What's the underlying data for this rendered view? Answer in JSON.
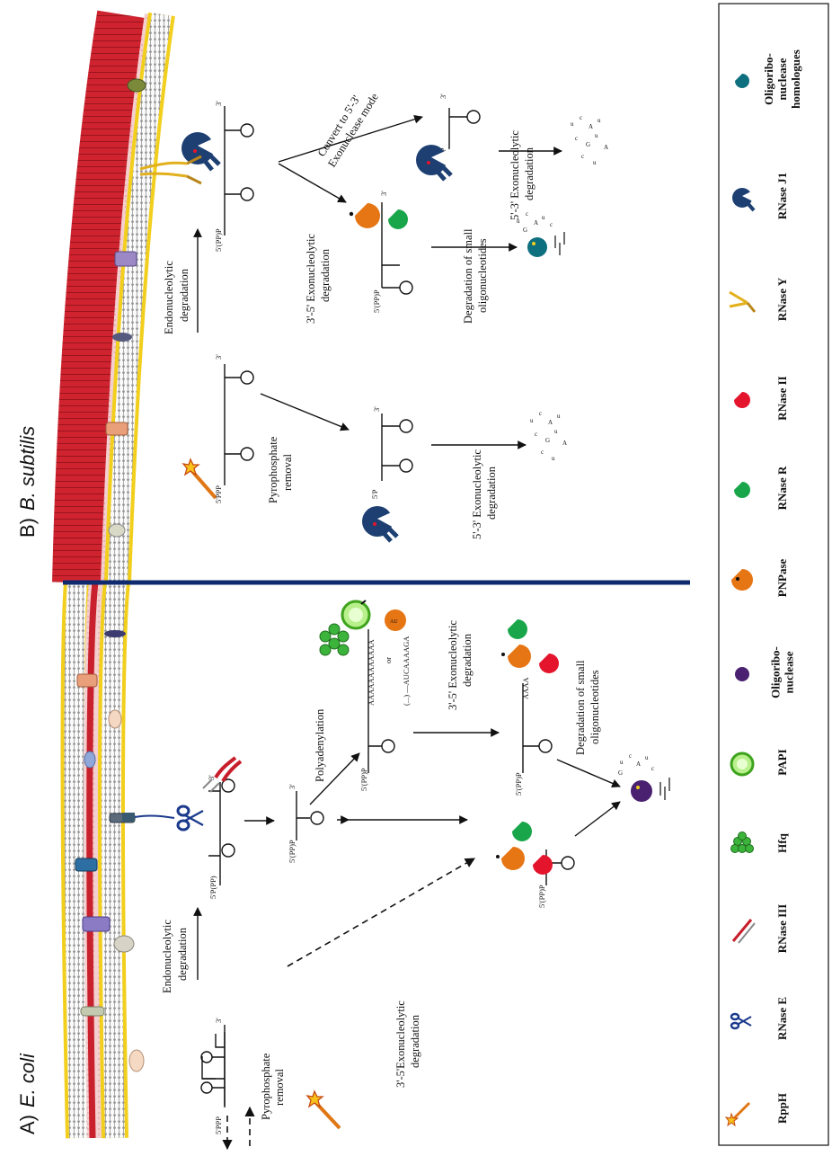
{
  "panels": {
    "a_label": "A)",
    "a_organism": "E. coli",
    "b_label": "B)",
    "b_organism": "B. subtilis"
  },
  "ecoli": {
    "pyrophosphate_removal": [
      "Pyrophosphate",
      "removal"
    ],
    "exo_35_dashed": [
      "3'-5'Exonucleolytic",
      "degradation"
    ],
    "endo": [
      "Endonucleolytic",
      "degradation"
    ],
    "polyadenylation": "Polyadenylation",
    "exo_35": [
      "3'-5' Exonucleolytic",
      "degradation"
    ],
    "small_oligo": [
      "Degradation of small",
      "oligonucleotides"
    ],
    "poly_a_long": "AAAAAAAAAAAA",
    "poly_a_short": "AAAA",
    "or_text": "or",
    "heteropolymer": "(...) —AUCAAAAGA",
    "end_5ppp": "5'PPP",
    "end_5p_pp": "5'P(PP)",
    "end_5pp_p": "5'(PP)P",
    "end_3": "3'"
  },
  "bsub": {
    "pyrophosphate_removal": [
      "Pyrophosphate",
      "removal"
    ],
    "endo": [
      "Endonucleolytic",
      "degradation"
    ],
    "exo_35": [
      "3'-5' Exonucleolytic",
      "degradation"
    ],
    "convert": [
      "Convert to 5'-3'",
      "Exonuclease mode"
    ],
    "exo_53_left": [
      "5'-3' Exonucleolytic",
      "degradation"
    ],
    "small_oligo": [
      "Degradation of small",
      "oligonucleotides"
    ],
    "exo_53_right": [
      "5'-3' Exonucleolytic",
      "degradation"
    ],
    "end_5ppp": "5'PPP",
    "end_5pp_p": "5'(PP)P",
    "end_5p": "5'P",
    "end_3": "3'"
  },
  "legend": [
    {
      "label": [
        "RppH"
      ],
      "icon": "wand-icon"
    },
    {
      "label": [
        "RNase E"
      ],
      "icon": "scissors-icon"
    },
    {
      "label": [
        "RNase III"
      ],
      "icon": "pliers-icon"
    },
    {
      "label": [
        "Hfq"
      ],
      "icon": "hexamer-icon"
    },
    {
      "label": [
        "PAPI"
      ],
      "icon": "papi-icon"
    },
    {
      "label": [
        "Oligoribo-",
        "nuclease"
      ],
      "icon": "oligo-icon"
    },
    {
      "label": [
        "PNPase"
      ],
      "icon": "pnpase-icon"
    },
    {
      "label": [
        "RNase R"
      ],
      "icon": "rnase-r-icon"
    },
    {
      "label": [
        "RNase II"
      ],
      "icon": "rnase-ii-icon"
    },
    {
      "label": [
        "RNase Y"
      ],
      "icon": "rnase-y-icon"
    },
    {
      "label": [
        "RNase J1"
      ],
      "icon": "rnase-j1-icon"
    },
    {
      "label": [
        "Oligoribo-",
        "nuclease",
        "homologues"
      ],
      "icon": "homologue-icon"
    }
  ],
  "colors": {
    "membrane_yellow": "#f2cf1d",
    "membrane_pink": "#f2c9c9",
    "cell_wall_red": "#c8202c",
    "divider_blue": "#0f2a6e",
    "pnpase_orange": "#e67514",
    "rnase_r_green": "#19a64a",
    "rnase_ii_red": "#e4142c",
    "rnase_e_blue": "#1b3a8c",
    "oligo_purple": "#4a2170",
    "j1_navy": "#1d3f72",
    "homolog_teal": "#0e6f7e"
  }
}
